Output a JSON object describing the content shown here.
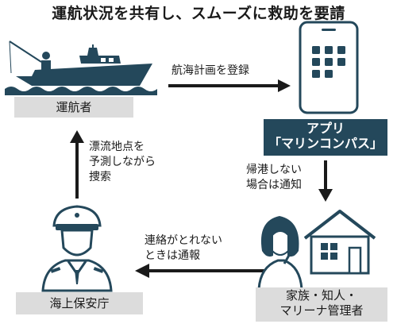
{
  "title": "運航状況を共有し、スムーズに救助を要請",
  "nodes": {
    "operator": "運航者",
    "app_line1": "アプリ",
    "app_line2": "「マリンコンパス」",
    "coast_guard": "海上保安庁",
    "family_line1": "家族・知人・",
    "family_line2": "マリーナ管理者"
  },
  "edges": {
    "register_plan": "航海計画を登録",
    "not_returned_line1": "帰港しない",
    "not_returned_line2": "場合は通知",
    "unreachable_line1": "連絡がとれない",
    "unreachable_line2": "ときは通報",
    "search_line1": "漂流地点を",
    "search_line2": "予測しながら",
    "search_line3": "捜索"
  }
}
